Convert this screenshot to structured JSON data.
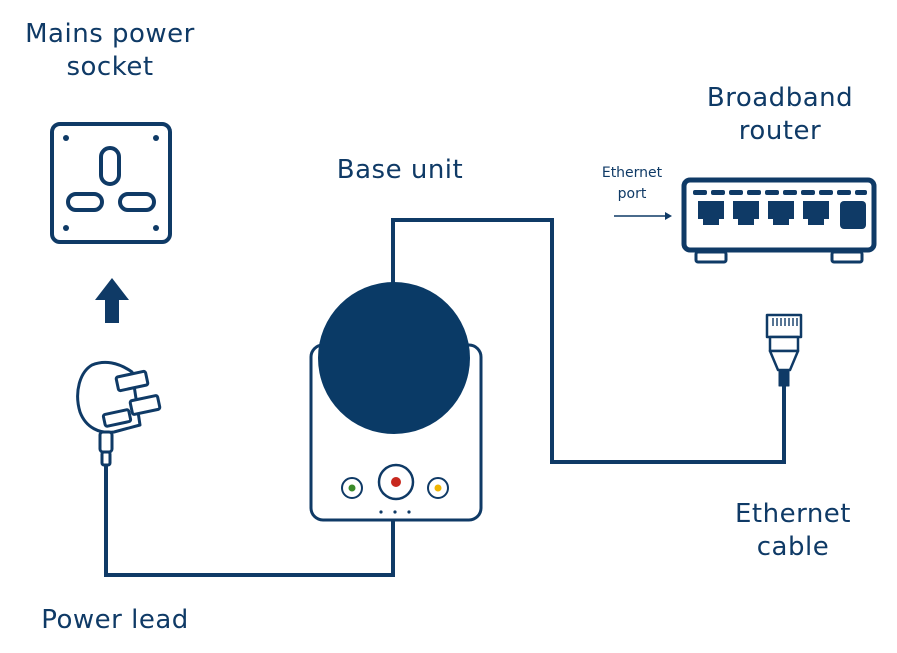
{
  "labels": {
    "mains_socket": [
      "Mains power",
      "socket"
    ],
    "base_unit": "Base unit",
    "broadband_router": [
      "Broadband",
      "router"
    ],
    "ethernet_port": [
      "Ethernet",
      "port"
    ],
    "ethernet_cable": [
      "Ethernet",
      "cable"
    ],
    "power_lead": "Power lead"
  },
  "colors": {
    "primary": "#0f3a66",
    "led_green": "#3a8a2a",
    "led_red": "#c8281e",
    "led_yellow": "#f0b400"
  }
}
